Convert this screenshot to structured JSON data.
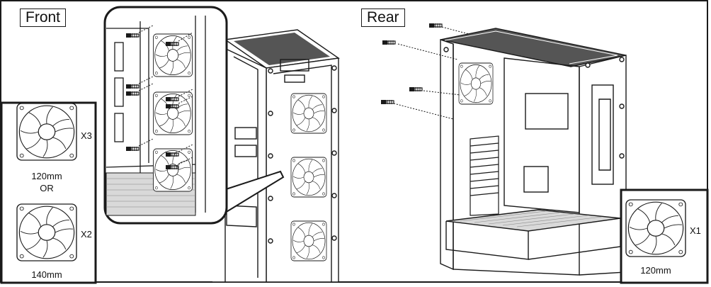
{
  "labels": {
    "front": "Front",
    "rear": "Rear"
  },
  "left_panel": {
    "fan_a": {
      "quantity": "X3",
      "size": "120mm"
    },
    "or": "OR",
    "fan_b": {
      "quantity": "X2",
      "size": "140mm"
    }
  },
  "right_panel": {
    "fan": {
      "quantity": "X1",
      "size": "120mm"
    }
  },
  "colors": {
    "line": "#1a1a1a",
    "fill": "#ffffff",
    "shade": "#d9d9d9",
    "dark": "#555555"
  }
}
